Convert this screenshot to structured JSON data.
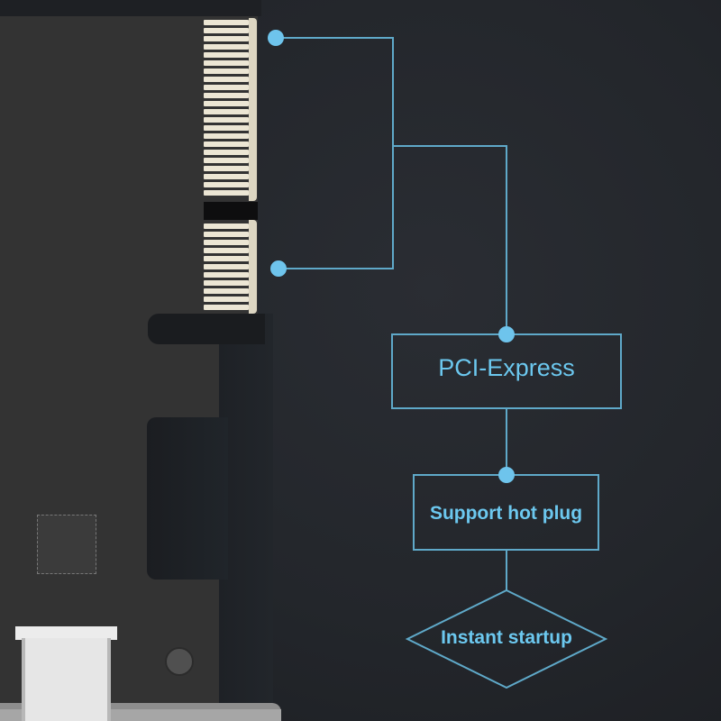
{
  "diagram": {
    "nodes": [
      {
        "id": "pci",
        "label": "PCI-Express",
        "shape": "rectangle"
      },
      {
        "id": "hotplug",
        "label": "Support hot plug",
        "shape": "rectangle"
      },
      {
        "id": "startup",
        "label": "Instant startup",
        "shape": "diamond"
      }
    ],
    "connectors": [
      {
        "from": "pin-group-top",
        "to": "pci"
      },
      {
        "from": "pin-group-bottom",
        "to": "pci"
      },
      {
        "from": "pci",
        "to": "hotplug"
      },
      {
        "from": "hotplug",
        "to": "startup"
      }
    ]
  },
  "colors": {
    "accent": "#6cc8ef",
    "line": "#5fa9c9",
    "background": "#25282d",
    "board": "#333333",
    "pins": "#ece6d4"
  }
}
